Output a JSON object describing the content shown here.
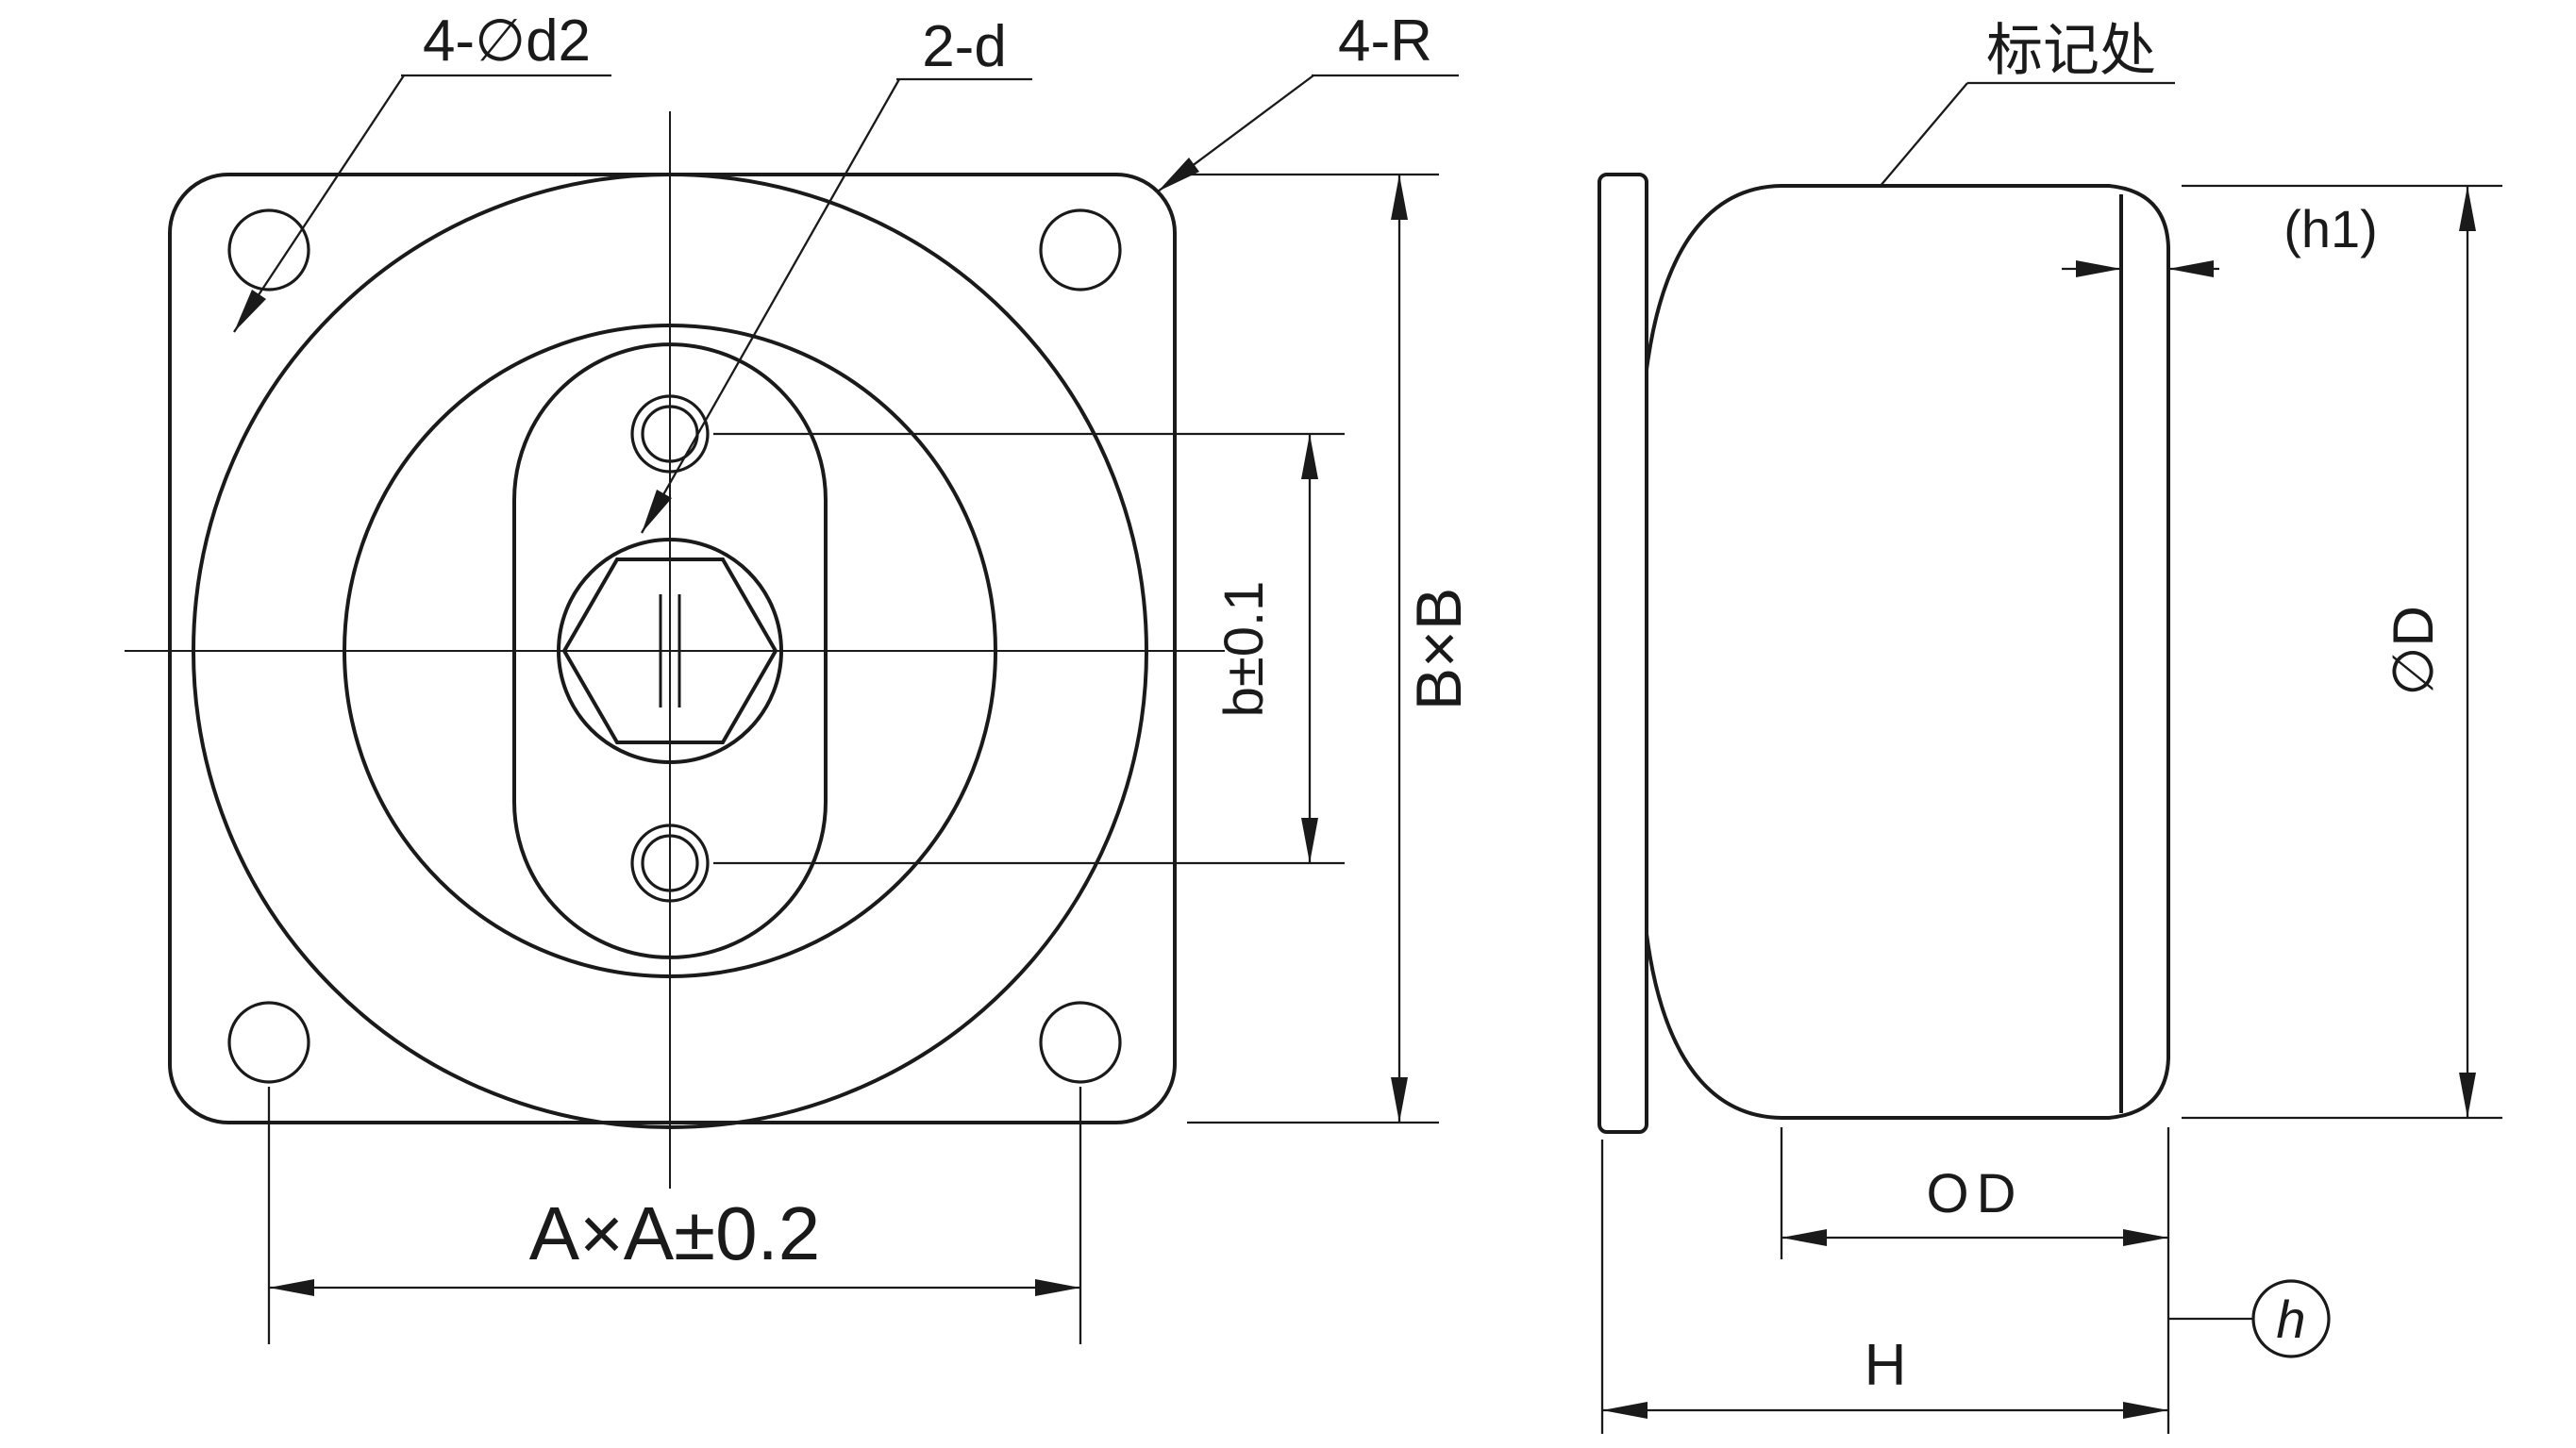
{
  "colors": {
    "line": "#1a1a1a",
    "background": "#ffffff"
  },
  "front_view": {
    "callout_corner_holes": "4-∅d2",
    "callout_small_holes": "2-d",
    "callout_corner_radius": "4-R",
    "dim_hole_spacing": "b±0.1",
    "dim_flange_height": "B×B",
    "dim_flange_width": "A×A±0.2"
  },
  "side_view": {
    "marking_label": "标记处",
    "dim_step": "(h1)",
    "dim_body_diameter": "∅D",
    "dim_body_length": "OD",
    "dim_overall_length": "H",
    "dim_height_symbol": "h"
  }
}
